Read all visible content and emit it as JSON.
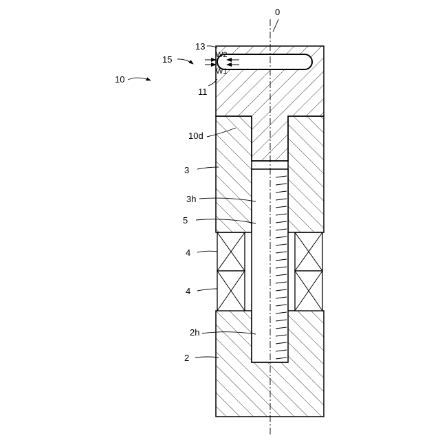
{
  "figure": {
    "labels": {
      "axis": "0",
      "ref_10": "10",
      "ref_15": "15",
      "ref_13": "13",
      "ref_11": "11",
      "w2": "W2",
      "w1": "W1",
      "ref_10d": "10d",
      "ref_3": "3",
      "ref_3h": "3h",
      "ref_5": "5",
      "ref_4a": "4",
      "ref_4b": "4",
      "ref_2h": "2h",
      "ref_2": "2"
    }
  }
}
